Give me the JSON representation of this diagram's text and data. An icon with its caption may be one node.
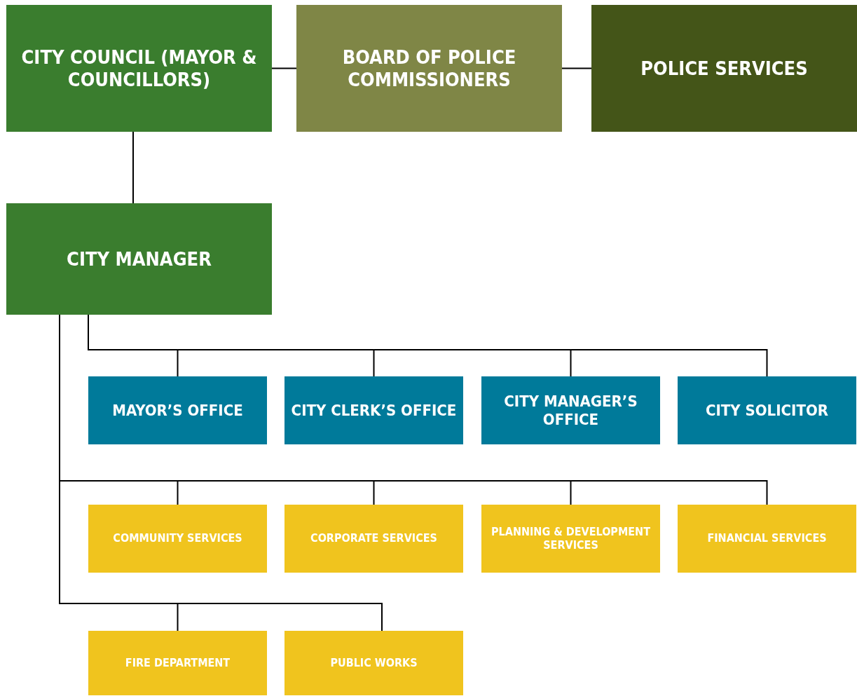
{
  "diagram": {
    "nodes": [
      {
        "text": [
          "CITY COUNCIL (MAYOR & COUNCILLORS)"
        ]
      },
      {
        "text": [
          "BOARD OF POLICE COMMISSIONERS"
        ]
      },
      {
        "text": [
          "POLICE SERVICES"
        ]
      },
      {
        "text": [
          "CITY MANAGER"
        ]
      },
      {
        "text": [
          "MAYOR’S OFFICE"
        ]
      },
      {
        "text": [
          "CITY CLERK’S OFFICE"
        ]
      },
      {
        "text": [
          "CITY MANAGER’S OFFICE"
        ]
      },
      {
        "text": [
          "CITY SOLICITOR"
        ]
      },
      {
        "text": [
          "COMMUNITY SERVICES"
        ]
      },
      {
        "text": [
          "CORPORATE SERVICES"
        ]
      },
      {
        "text": [
          "PLANNING & DEVELOPMENT SERVICES"
        ]
      },
      {
        "text": [
          "FINANCIAL SERVICES"
        ]
      },
      {
        "text": [
          "FIRE DEPARTMENT"
        ]
      },
      {
        "text": [
          "PUBLIC WORKS"
        ]
      }
    ],
    "edges": [
      {
        "from": 0,
        "to": 1,
        "arrow": "none"
      },
      {
        "from": 1,
        "to": 2,
        "arrow": "none"
      },
      {
        "from": 0,
        "to": 3,
        "arrow": "none"
      },
      {
        "from": 3,
        "to": 4,
        "arrow": "none"
      },
      {
        "from": 3,
        "to": 5,
        "arrow": "none"
      },
      {
        "from": 3,
        "to": 6,
        "arrow": "none"
      },
      {
        "from": 3,
        "to": 7,
        "arrow": "none"
      },
      {
        "from": 3,
        "to": 8,
        "arrow": "none"
      },
      {
        "from": 3,
        "to": 9,
        "arrow": "none"
      },
      {
        "from": 3,
        "to": 10,
        "arrow": "none"
      },
      {
        "from": 3,
        "to": 11,
        "arrow": "none"
      },
      {
        "from": 3,
        "to": 12,
        "arrow": "none"
      },
      {
        "from": 3,
        "to": 13,
        "arrow": "none"
      }
    ]
  }
}
